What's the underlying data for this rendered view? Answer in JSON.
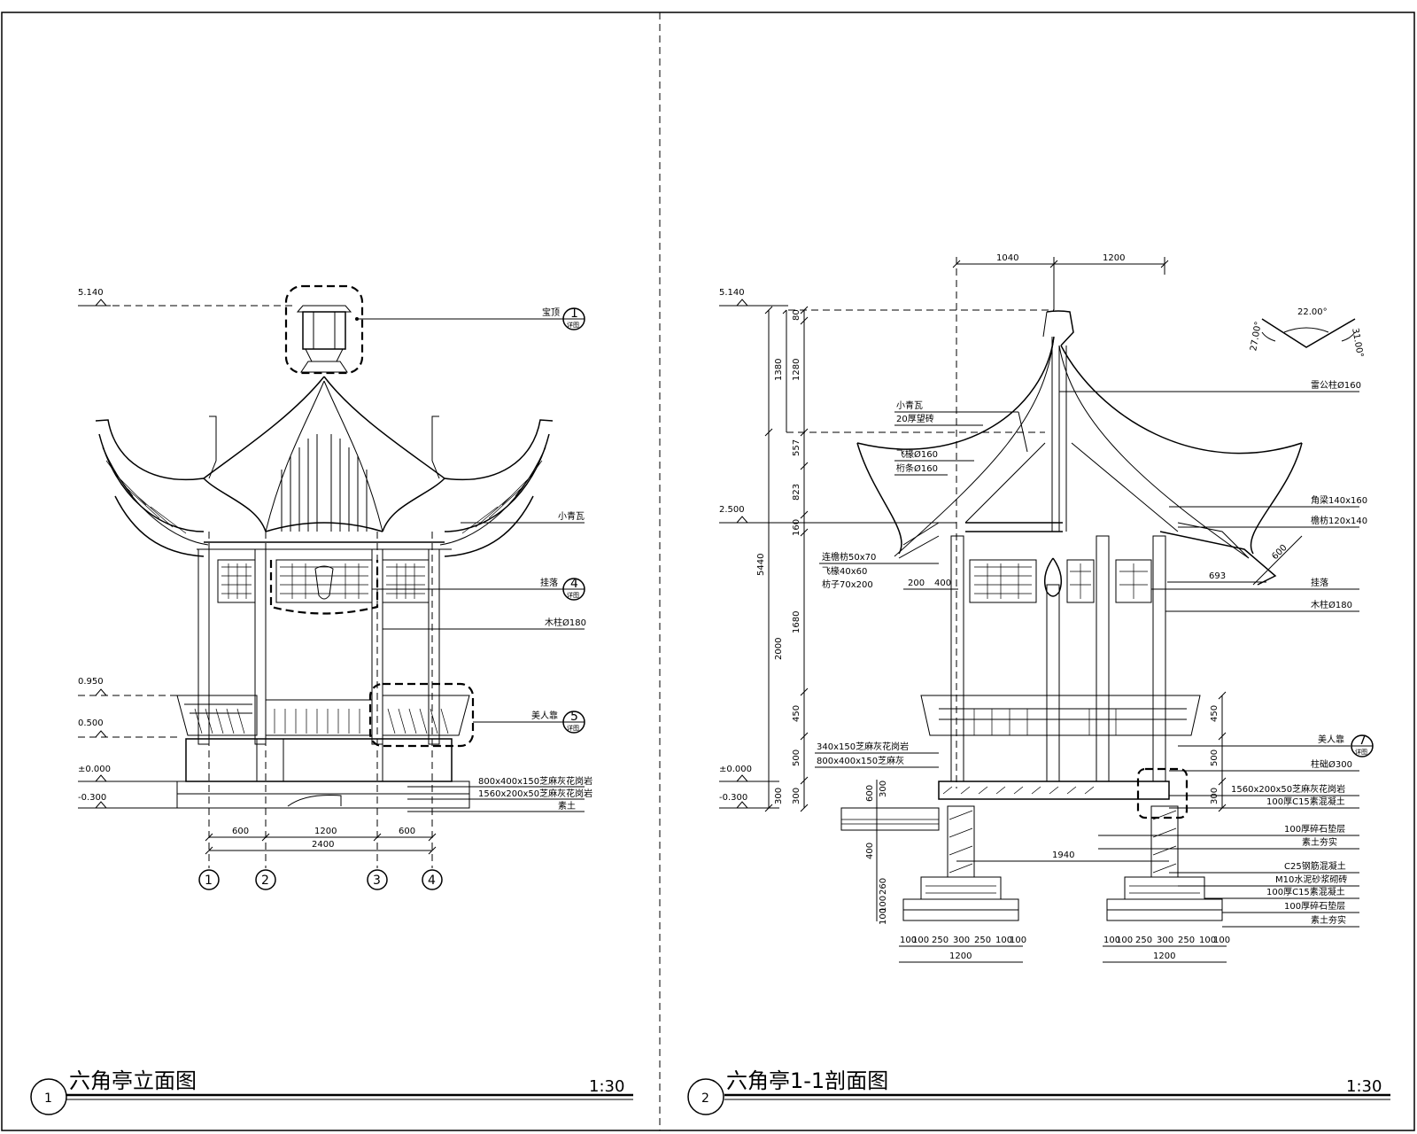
{
  "drawing_left": {
    "number": "1",
    "title": "六角亭立面图",
    "scale": "1:30",
    "elevations": [
      {
        "id": "el-top",
        "text": "5.140"
      },
      {
        "id": "el-095",
        "text": "0.950"
      },
      {
        "id": "el-050",
        "text": "0.500"
      },
      {
        "id": "el-000",
        "text": "±0.000"
      },
      {
        "id": "el-m030",
        "text": "-0.300"
      }
    ],
    "labels": [
      {
        "id": "top-ornament",
        "text": "宝顶"
      },
      {
        "id": "small-tile",
        "text": "小青瓦"
      },
      {
        "id": "lattice",
        "text": "挂落"
      },
      {
        "id": "column",
        "text": "木柱Ø180"
      },
      {
        "id": "bench",
        "text": "美人靠"
      },
      {
        "id": "plinth-1",
        "text": "800x400x150芝麻灰花岗岩"
      },
      {
        "id": "plinth-2",
        "text": "1560x200x50芝麻灰花岗岩"
      },
      {
        "id": "grade",
        "text": "素土"
      }
    ],
    "detail_refs": [
      {
        "id": "ref1",
        "num": "1",
        "sheet": "详图"
      },
      {
        "id": "ref4",
        "num": "4",
        "sheet": "详图"
      },
      {
        "id": "ref5",
        "num": "5",
        "sheet": "详图"
      }
    ],
    "dims": {
      "spans": [
        "600",
        "1200",
        "600"
      ],
      "total": "2400"
    },
    "axes": [
      "1",
      "2",
      "3",
      "4"
    ]
  },
  "drawing_right": {
    "number": "2",
    "title": "六角亭1-1剖面图",
    "scale": "1:30",
    "elevations": [
      {
        "id": "r-el-top",
        "text": "5.140"
      },
      {
        "id": "r-el-2500",
        "text": "2.500"
      },
      {
        "id": "r-el-000",
        "text": "±0.000"
      },
      {
        "id": "r-el-m030",
        "text": "-0.300"
      }
    ],
    "top_dims": [
      "1040",
      "1200"
    ],
    "angles": [
      "22.00°",
      "27.00°",
      "31.00°"
    ],
    "vertical_dims_outer": [
      "1380",
      "5440",
      "300"
    ],
    "vertical_dims_inner": [
      "80",
      "1280",
      "557",
      "823",
      "160",
      "1680",
      "2000",
      "450",
      "500",
      "300"
    ],
    "vertical_dims_right": [
      "450",
      "500",
      "300"
    ],
    "labels_left": [
      {
        "id": "l-tile",
        "text": "小青瓦"
      },
      {
        "id": "l-board",
        "text": "20厚望砖"
      },
      {
        "id": "l-rafter",
        "text": "飞椽Ø160"
      },
      {
        "id": "l-purlin",
        "text": "桁条Ø160"
      },
      {
        "id": "l-beam1",
        "text": "连檐枋50x70"
      },
      {
        "id": "l-beam2",
        "text": "飞椽40x60"
      },
      {
        "id": "l-beam3",
        "text": "枋子70x200"
      },
      {
        "id": "l-paving1",
        "text": "340x150芝麻灰花岗岩"
      },
      {
        "id": "l-paving2",
        "text": "800x400x150芝麻灰"
      }
    ],
    "labels_right": [
      {
        "id": "r-post",
        "text": "雷公柱Ø160"
      },
      {
        "id": "r-ridge",
        "text": "角梁140x160"
      },
      {
        "id": "r-beam",
        "text": "檐枋120x140"
      },
      {
        "id": "r-lattice",
        "text": "挂落"
      },
      {
        "id": "r-column",
        "text": "木柱Ø180"
      },
      {
        "id": "r-bench",
        "text": "美人靠"
      },
      {
        "id": "r-base",
        "text": "柱础Ø300"
      },
      {
        "id": "r-f1",
        "text": "1560x200x50芝麻灰花岗岩"
      },
      {
        "id": "r-f2",
        "text": "100厚C15素混凝土"
      },
      {
        "id": "r-f3",
        "text": "100厚碎石垫层"
      },
      {
        "id": "r-f4",
        "text": "素土夯实"
      },
      {
        "id": "r-f5",
        "text": "C25钢筋混凝土"
      },
      {
        "id": "r-f6",
        "text": "M10水泥砂浆砌砖"
      },
      {
        "id": "r-f7",
        "text": "100厚C15素混凝土"
      },
      {
        "id": "r-f8",
        "text": "100厚碎石垫层"
      },
      {
        "id": "r-f9",
        "text": "素土夯实"
      }
    ],
    "misc_dims": [
      "600",
      "693",
      "200",
      "400",
      "1940"
    ],
    "ref7": {
      "num": "7",
      "sheet": "详图"
    },
    "footing_dims": [
      "100",
      "100",
      "250",
      "300",
      "250",
      "100",
      "100"
    ],
    "footing_total": "1200",
    "footing_vert": [
      "300",
      "600",
      "400",
      "260",
      "100",
      "100"
    ]
  }
}
